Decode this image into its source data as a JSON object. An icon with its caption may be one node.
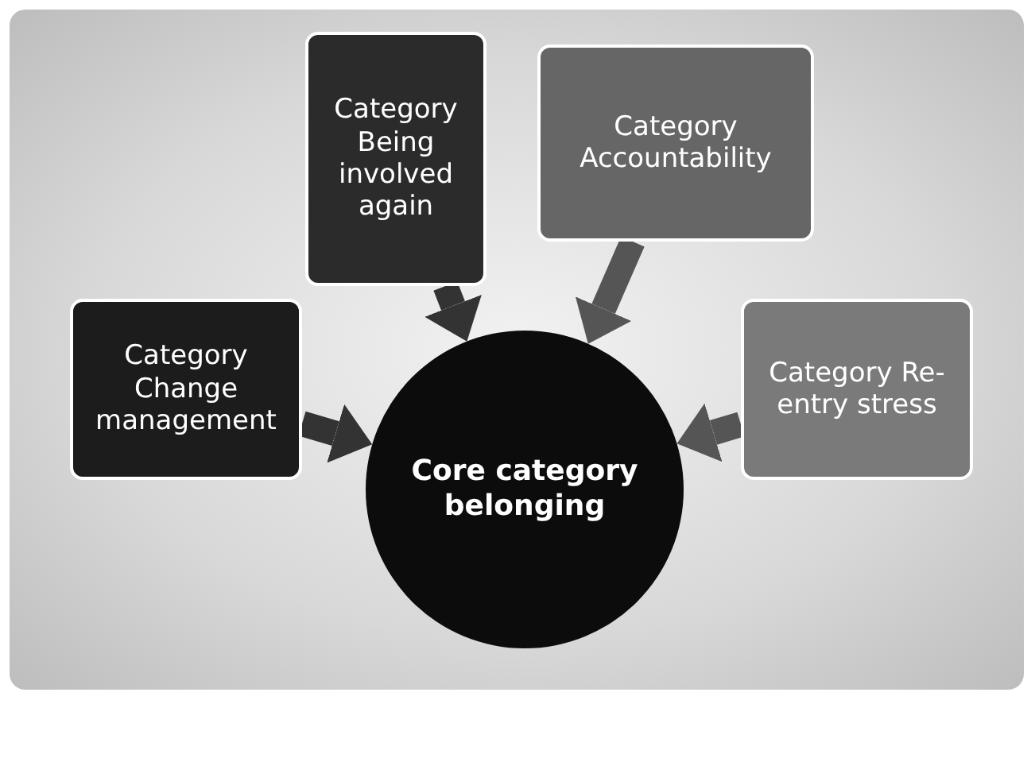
{
  "diagram": {
    "nodes": [
      {
        "text": [
          "Category Change management"
        ]
      },
      {
        "text": [
          "Category Being involved again"
        ]
      },
      {
        "text": [
          "Category Accountability"
        ]
      },
      {
        "text": [
          "Category Re-entry stress"
        ]
      },
      {
        "text": [
          "Core category belonging"
        ]
      }
    ],
    "edges": [
      {
        "from": 0,
        "to": 4,
        "arrow": "to"
      },
      {
        "from": 1,
        "to": 4,
        "arrow": "to"
      },
      {
        "from": 2,
        "to": 4,
        "arrow": "to",
        "color": "#555555"
      },
      {
        "from": 3,
        "to": 4,
        "arrow": "to",
        "color": "#555555"
      }
    ]
  }
}
